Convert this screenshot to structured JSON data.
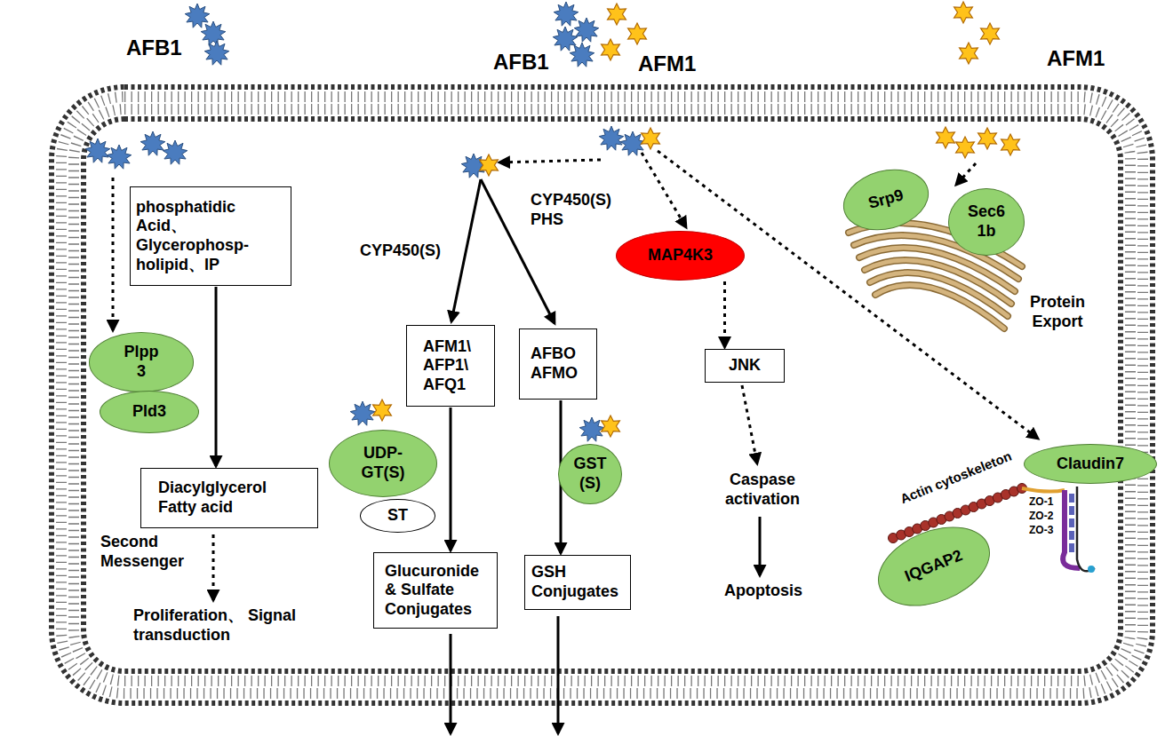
{
  "diagram": {
    "nodes": [
      {
        "text": [
          "phosphatidic Acid、 Glycerophosp- holipid、IP"
        ]
      },
      {
        "text": [
          "Plpp 3"
        ]
      },
      {
        "text": [
          "Pld3"
        ]
      },
      {
        "text": [
          "Diacylglycerol Fatty acid"
        ]
      },
      {
        "text": [
          "AFM1\\ AFP1\\ AFQ1"
        ]
      },
      {
        "text": [
          "AFBO AFMO"
        ]
      },
      {
        "text": [
          "MAP4K3"
        ]
      },
      {
        "text": [
          "JNK"
        ]
      },
      {
        "text": [
          "UDP-GT(S)"
        ]
      },
      {
        "text": [
          "ST"
        ]
      },
      {
        "text": [
          "GST (S)"
        ]
      },
      {
        "text": [
          "Glucuronide & Sulfate Conjugates"
        ]
      },
      {
        "text": [
          "GSH Conjugates"
        ]
      },
      {
        "text": [
          "Srp9"
        ]
      },
      {
        "text": [
          "Sec6 1b"
        ]
      },
      {
        "text": [
          "Claudin7"
        ]
      },
      {
        "text": [
          "IQGAP2"
        ]
      }
    ],
    "edges": [
      {
        "from": 0,
        "to": 3,
        "arrow": "to"
      },
      {
        "from": 4,
        "to": 11,
        "arrow": "to"
      },
      {
        "from": 5,
        "to": 12,
        "arrow": "to"
      },
      {
        "from": 6,
        "to": 7,
        "arrow": "to"
      }
    ],
    "labels": [
      "AFB1",
      "AFB1",
      "AFM1",
      "AFM1",
      "CYP450(S)",
      "CYP450(S) PHS",
      "Second Messenger",
      "Proliferation、 Signal transduction",
      "Caspase activation",
      "Apoptosis",
      "Protein Export",
      "Actin cytoskeleton",
      "ZO-1",
      "ZO-2",
      "ZO-3"
    ]
  }
}
